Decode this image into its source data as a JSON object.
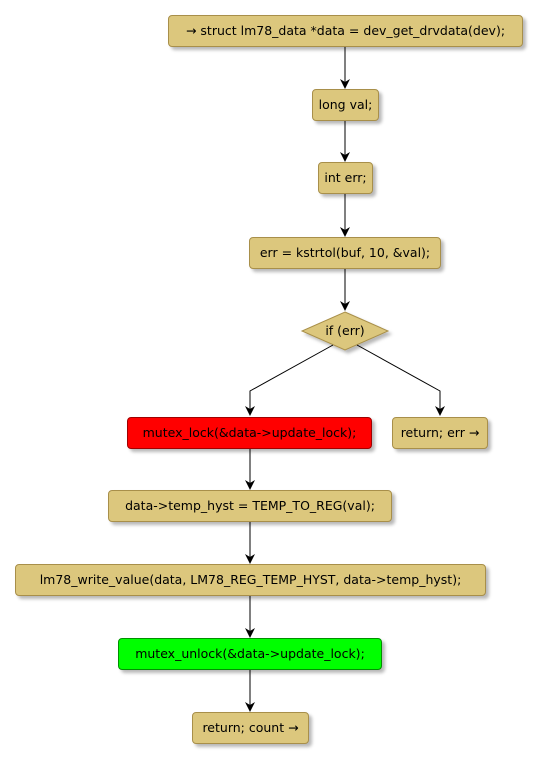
{
  "nodes": {
    "n1": "→ struct lm78_data *data = dev_get_drvdata(dev);",
    "n2": "long val;",
    "n3": "int err;",
    "n4": "err = kstrtol(buf, 10, &val);",
    "decision": "if (err)",
    "n5": "mutex_lock(&data->update_lock);",
    "n6": "return; err →",
    "n7": "data->temp_hyst = TEMP_TO_REG(val);",
    "n8": "lm78_write_value(data, LM78_REG_TEMP_HYST, data->temp_hyst);",
    "n9": "mutex_unlock(&data->update_lock);",
    "n10": "return; count →"
  },
  "colors": {
    "node_fill": "#dcc77d",
    "node_border": "#a88f4a",
    "lock_fill": "#ff0000",
    "unlock_fill": "#00ff00",
    "edge": "#000000"
  }
}
